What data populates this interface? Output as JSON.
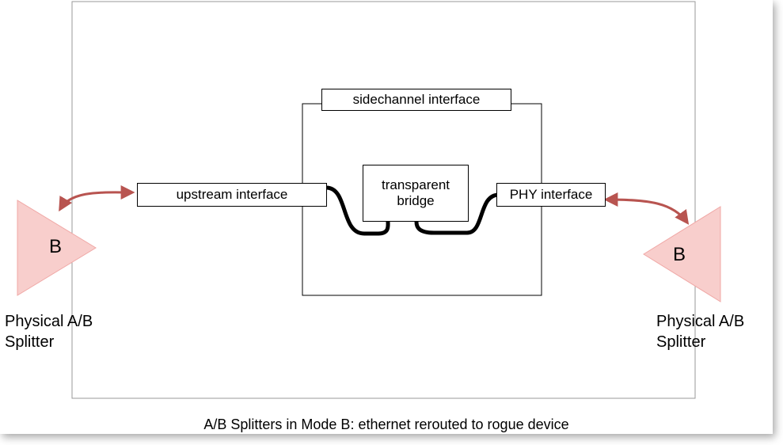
{
  "diagram": {
    "sidechannel_label": "sidechannel interface",
    "upstream_label": "upstream interface",
    "bridge_label": "transparent\nbridge",
    "phy_label": "PHY interface",
    "left_splitter": {
      "letter": "B",
      "label": "Physical A/B\nSplitter"
    },
    "right_splitter": {
      "letter": "B",
      "label": "Physical A/B\nSplitter"
    },
    "caption": "A/B Splitters in Mode B: ethernet rerouted to rogue device"
  },
  "colors": {
    "splitter_fill": "#f8cecc",
    "splitter_stroke": "#b85450",
    "arrow": "#b85450",
    "cable": "#000000"
  }
}
